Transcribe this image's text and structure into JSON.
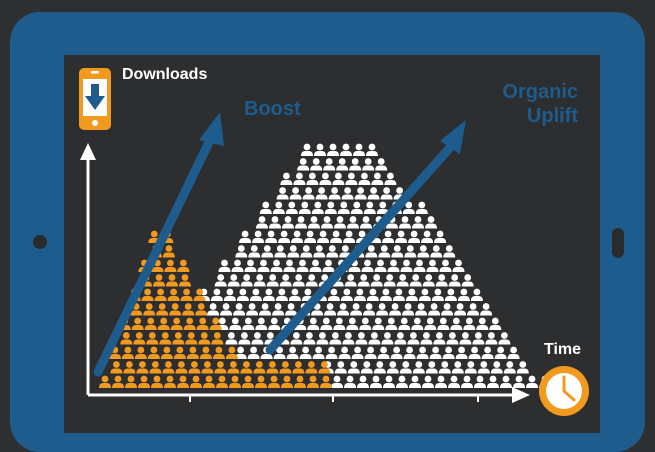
{
  "labels": {
    "downloads": "Downloads",
    "boost": "Boost",
    "organic_uplift": "Organic Uplift",
    "time": "Time"
  },
  "icons": {
    "y_axis_icon": "phone-download-icon",
    "x_axis_icon": "clock-icon"
  },
  "colors": {
    "background": "#2e2f31",
    "tablet_frame": "#1f5c8e",
    "boost_users": "#f29a1d",
    "organic_users": "#ffffff",
    "arrows": "#1f5c8e",
    "axes": "#ffffff"
  }
}
